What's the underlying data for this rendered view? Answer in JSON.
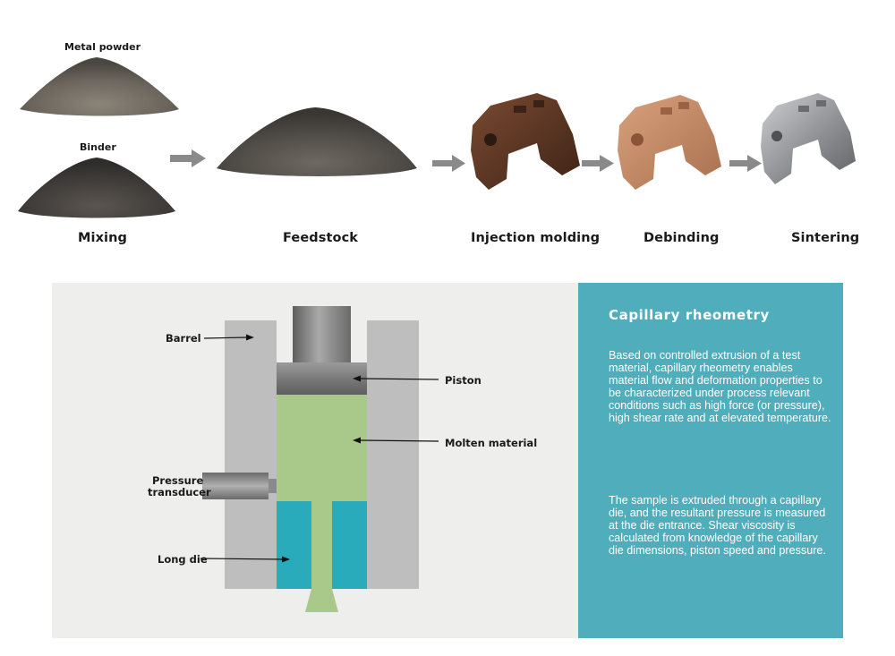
{
  "process": {
    "metal_powder_label": "Metal powder",
    "binder_label": "Binder",
    "stages": [
      "Mixing",
      "Feedstock",
      "Injection molding",
      "Debinding",
      "Sintering"
    ]
  },
  "diagram": {
    "labels": {
      "barrel": "Barrel",
      "piston": "Piston",
      "molten_material": "Molten material",
      "pressure_line1": "Pressure",
      "pressure_line2": "transducer",
      "long_die": "Long die"
    }
  },
  "info": {
    "title": "Capillary rheometry",
    "paragraphs": [
      "Based on controlled extrusion of a test material, capillary rheometry enables material flow and deformation properties to be characterized under process relevant conditions such as high force (or pressure), high shear rate and at elevated temperature.",
      "The sample is extruded through a capillary die, and the resultant pressure is measured at the die entrance. Shear viscosity is calculated from knowledge of the capillary die dimensions, piston speed and pressure."
    ]
  },
  "colors": {
    "panel_bg": "#eeeeec",
    "info_bg": "#50adbc",
    "barrel": "#bdbebd",
    "molten": "#a9c98a",
    "die": "#2aabbb",
    "arrow": "#8a8a8a"
  }
}
